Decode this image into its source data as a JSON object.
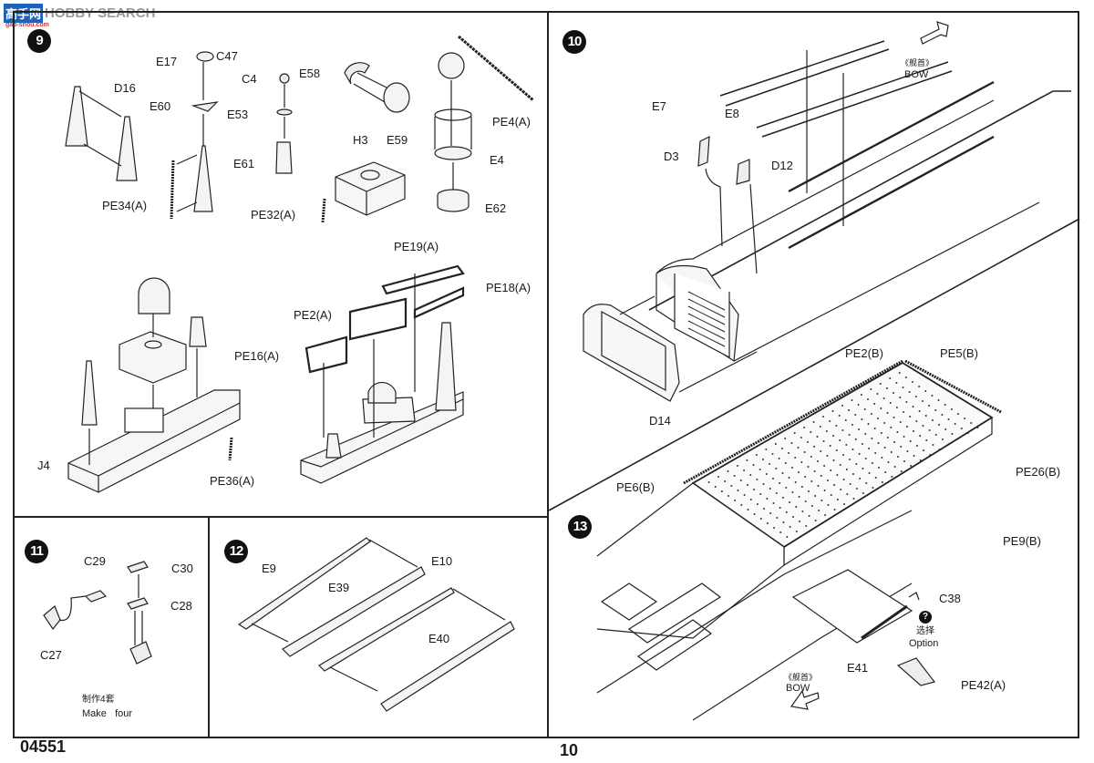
{
  "watermark": {
    "cn_text": "高手网",
    "en_text": "HOBBY SEARCH",
    "sub_text": "gao-shou.com"
  },
  "page": {
    "left_code": "04551",
    "page_number": "10"
  },
  "steps": {
    "s9": {
      "number": "9",
      "labels": {
        "E17": "E17",
        "C47": "C47",
        "C4": "C4",
        "E58": "E58",
        "D16": "D16",
        "E60": "E60",
        "E53": "E53",
        "E59": "E59",
        "PE4A": "PE4(A)",
        "H3": "H3",
        "E61": "E61",
        "E4": "E4",
        "PE34A": "PE34(A)",
        "PE32A": "PE32(A)",
        "E62": "E62",
        "PE19A": "PE19(A)",
        "PE18A": "PE18(A)",
        "PE2A": "PE2(A)",
        "PE16A": "PE16(A)",
        "J4": "J4",
        "PE36A": "PE36(A)"
      }
    },
    "s10": {
      "number": "10",
      "labels": {
        "E7": "E7",
        "E8": "E8",
        "D3": "D3",
        "D12": "D12",
        "D14": "D14"
      },
      "bow_cn": "《舰首》",
      "bow_en": "BOW"
    },
    "s11": {
      "number": "11",
      "labels": {
        "C29": "C29",
        "C30": "C30",
        "C28": "C28",
        "C27": "C27"
      },
      "note_cn": "制作4套",
      "note_en": "Make   four"
    },
    "s12": {
      "number": "12",
      "labels": {
        "E9": "E9",
        "E39": "E39",
        "E10": "E10",
        "E40": "E40"
      }
    },
    "s13": {
      "number": "13",
      "labels": {
        "PE2B": "PE2(B)",
        "PE5B": "PE5(B)",
        "PE6B": "PE6(B)",
        "PE26B": "PE26(B)",
        "PE9B": "PE9(B)",
        "C38": "C38",
        "E41": "E41",
        "PE42A": "PE42(A)"
      },
      "option_marker": "?",
      "option_cn": "选择",
      "option_en": "Option",
      "bow_cn": "《舰首》",
      "bow_en": "BOW"
    }
  }
}
